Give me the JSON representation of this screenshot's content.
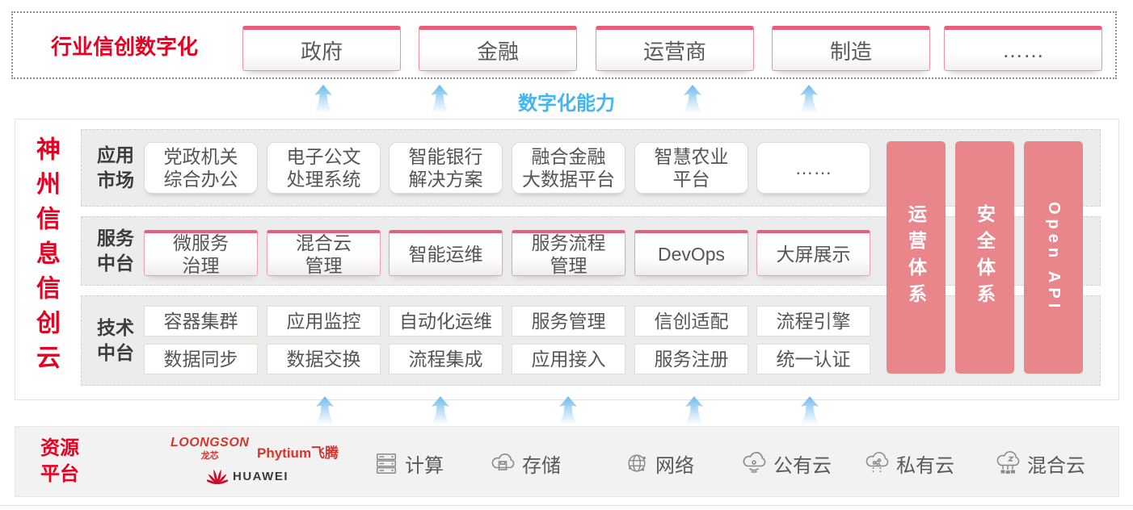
{
  "industry_band": {
    "title": "行业信创数字化",
    "sectors": [
      "政府",
      "金融",
      "运营商",
      "制造",
      "……"
    ]
  },
  "capability_band": {
    "label": "数字化能力"
  },
  "platform": {
    "title": "神州信息信创云",
    "app_row": {
      "label": "应用\n市场",
      "boxes": [
        "党政机关\n综合办公",
        "电子公文\n处理系统",
        "智能银行\n解决方案",
        "融合金融\n大数据平台",
        "智慧农业\n平台",
        "……"
      ]
    },
    "service_row": {
      "label": "服务\n中台",
      "boxes": [
        "微服务\n治理",
        "混合云\n管理",
        "智能运维",
        "服务流程\n管理",
        "DevOps",
        "大屏展示"
      ]
    },
    "tech_row": {
      "label": "技术\n中台",
      "boxes_top": [
        "容器集群",
        "应用监控",
        "自动化运维",
        "服务管理",
        "信创适配",
        "流程引擎"
      ],
      "boxes_bottom": [
        "数据同步",
        "数据交换",
        "流程集成",
        "应用接入",
        "服务注册",
        "统一认证"
      ]
    },
    "pillars": [
      "运营体系",
      "安全体系",
      "Open API"
    ]
  },
  "resource_band": {
    "label": "资源\n平台",
    "vendors": {
      "loongson_en": "LOONGSON",
      "loongson_cn": "龙芯",
      "phytium": "Phytium飞腾",
      "huawei": "HUAWEI"
    },
    "resources": [
      {
        "icon": "compute-server-icon",
        "label": "计算"
      },
      {
        "icon": "storage-cloud-icon",
        "label": "存储"
      },
      {
        "icon": "network-globe-icon",
        "label": "网络"
      },
      {
        "icon": "public-cloud-icon",
        "label": "公有云"
      },
      {
        "icon": "private-cloud-icon",
        "label": "私有云"
      },
      {
        "icon": "hybrid-cloud-icon",
        "label": "混合云"
      }
    ]
  },
  "colors": {
    "heading_red": "#e60021",
    "capability_blue": "#45b5ee",
    "pillar_salmon": "#e9868c",
    "accent_pink": "#ea5c77",
    "vendor_red": "#d7352c"
  }
}
